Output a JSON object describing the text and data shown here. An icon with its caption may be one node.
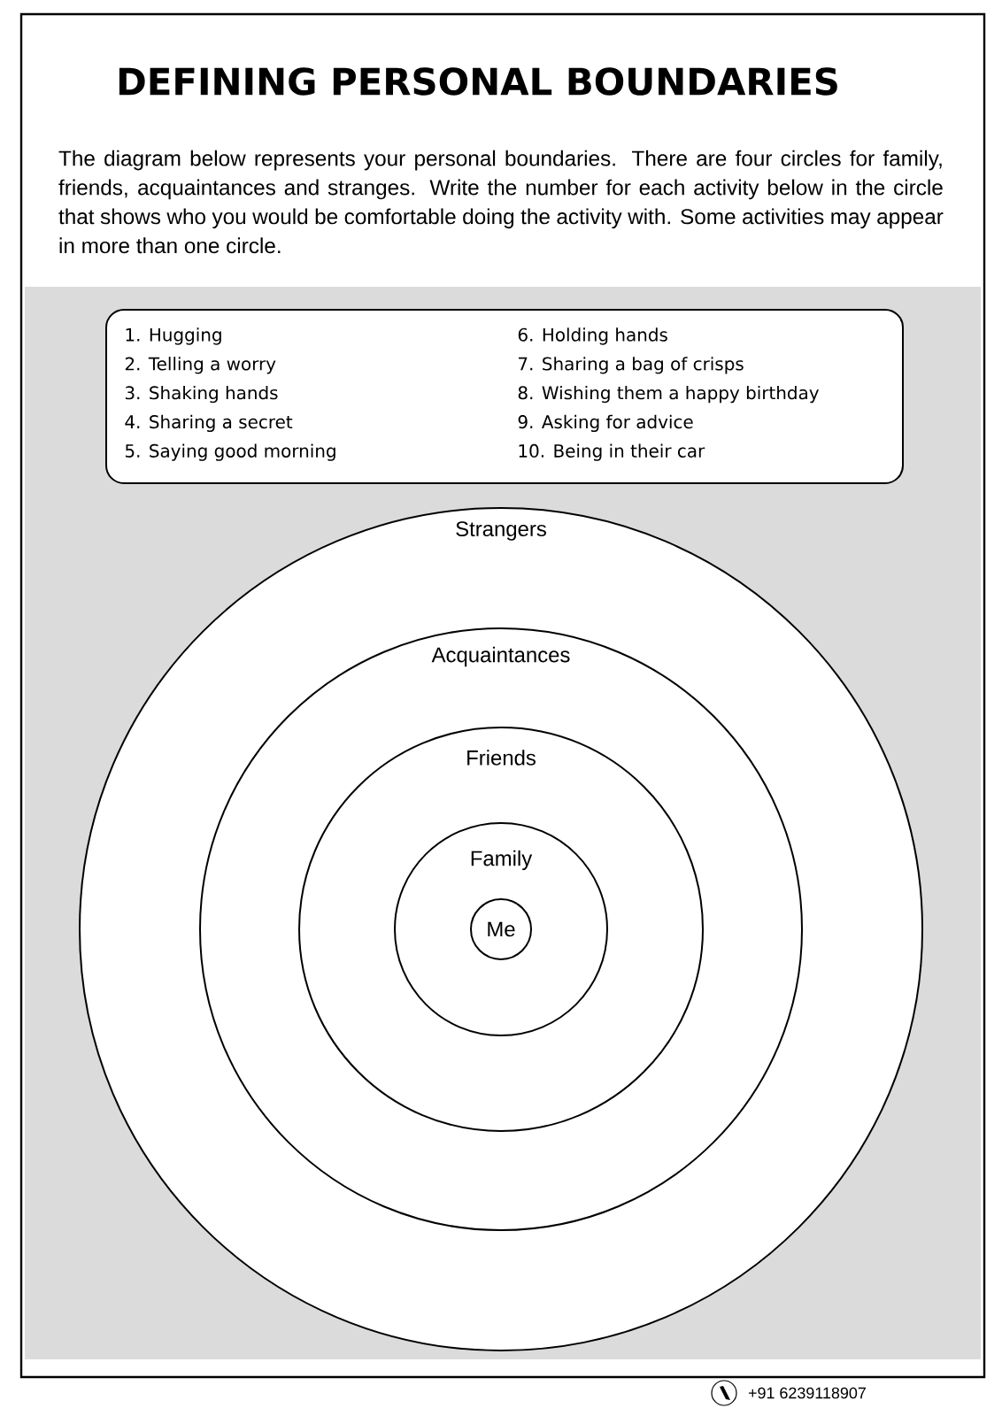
{
  "diagram": {
    "title": "DEFINING PERSONAL BOUNDARIES",
    "nodes": [
      {
        "text": [
          "1. Hugging",
          "2. Telling a worry",
          "3. Shaking hands",
          "4. Sharing a secret",
          "5. Saying good morning",
          "6. Holding hands",
          "7. Sharing a bag of crisps",
          "8. Wishing them a happy birthday",
          "9. Asking for advice",
          "10. Being in their car"
        ]
      },
      {
        "text": [
          "Strangers"
        ]
      },
      {
        "text": [
          "Acquaintances"
        ],
        "in": 1
      },
      {
        "text": [
          "Friends"
        ],
        "in": 2
      },
      {
        "text": [
          "Family"
        ],
        "in": 3
      },
      {
        "text": [
          "Me"
        ],
        "in": 4
      }
    ],
    "edges": [],
    "labels": [
      "The diagram below represents your personal boundaries. There are four circles for family, friends, acquaintances and stranges. Write the number for each activity below in the circle that shows who you would be comfortable doing the activity with. Some activities may appear in more than one circle.",
      "+91 6239118907"
    ]
  }
}
